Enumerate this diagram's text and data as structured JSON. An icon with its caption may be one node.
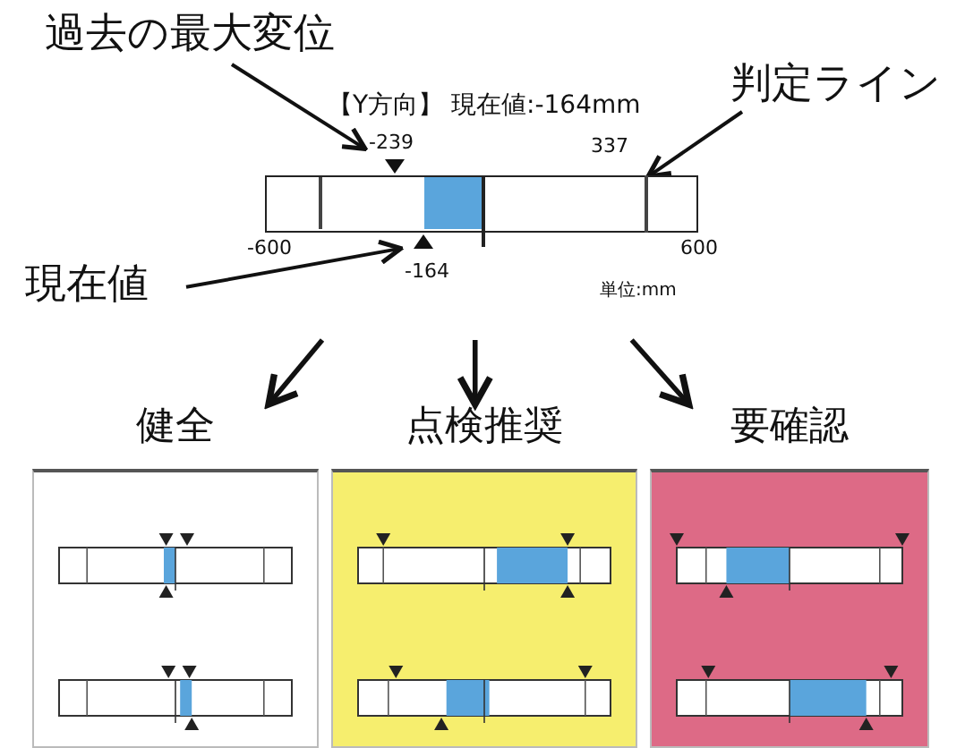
{
  "diagram": {
    "nodes": [
      {
        "text": [
          "過去の最大変位"
        ]
      },
      {
        "text": [
          "判定ライン"
        ]
      },
      {
        "text": [
          "現在値"
        ]
      },
      {
        "text": [],
        "shape": "bar"
      },
      {
        "text": [],
        "shape": "triangle",
        "beside": [
          "-239"
        ]
      },
      {
        "text": [],
        "shape": "line",
        "in": 3
      },
      {
        "text": [],
        "shape": "triangle",
        "beside": [
          "-164"
        ]
      },
      {
        "text": [
          "健全"
        ]
      },
      {
        "text": [
          "点検推奨"
        ]
      },
      {
        "text": [
          "要確認"
        ]
      }
    ],
    "edges": [
      {
        "from": 0,
        "to": 4,
        "arrow": "to"
      },
      {
        "from": 1,
        "to": 5,
        "arrow": "to"
      },
      {
        "from": 2,
        "to": 6,
        "arrow": "to"
      },
      {
        "from": null,
        "to": 7,
        "arrow": "to"
      },
      {
        "from": null,
        "to": 8,
        "arrow": "to"
      },
      {
        "from": null,
        "to": 9,
        "arrow": "to"
      }
    ],
    "labels": [
      "【Y方向】 現在値:-164mm",
      "337",
      "-600",
      "600",
      "単位:mm"
    ]
  }
}
